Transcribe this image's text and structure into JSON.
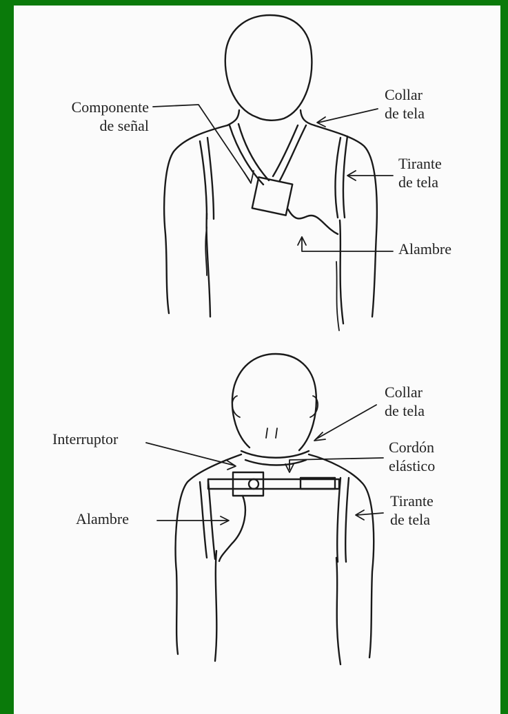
{
  "top_figure": {
    "labels": {
      "signal_component": [
        "Componente",
        "de señal"
      ],
      "collar": [
        "Collar",
        "de tela"
      ],
      "strap": [
        "Tirante",
        "de tela"
      ],
      "wire": [
        "Alambre"
      ]
    }
  },
  "bottom_figure": {
    "labels": {
      "collar": [
        "Collar",
        "de tela"
      ],
      "switch": [
        "Interruptor"
      ],
      "elastic_cord": [
        "Cordón",
        "elástico"
      ],
      "wire": [
        "Alambre"
      ],
      "strap": [
        "Tirante",
        "de tela"
      ]
    }
  },
  "colors": {
    "border": "#0a7a0a",
    "paper": "#fbfbfb",
    "ink": "#1a1a1a"
  }
}
